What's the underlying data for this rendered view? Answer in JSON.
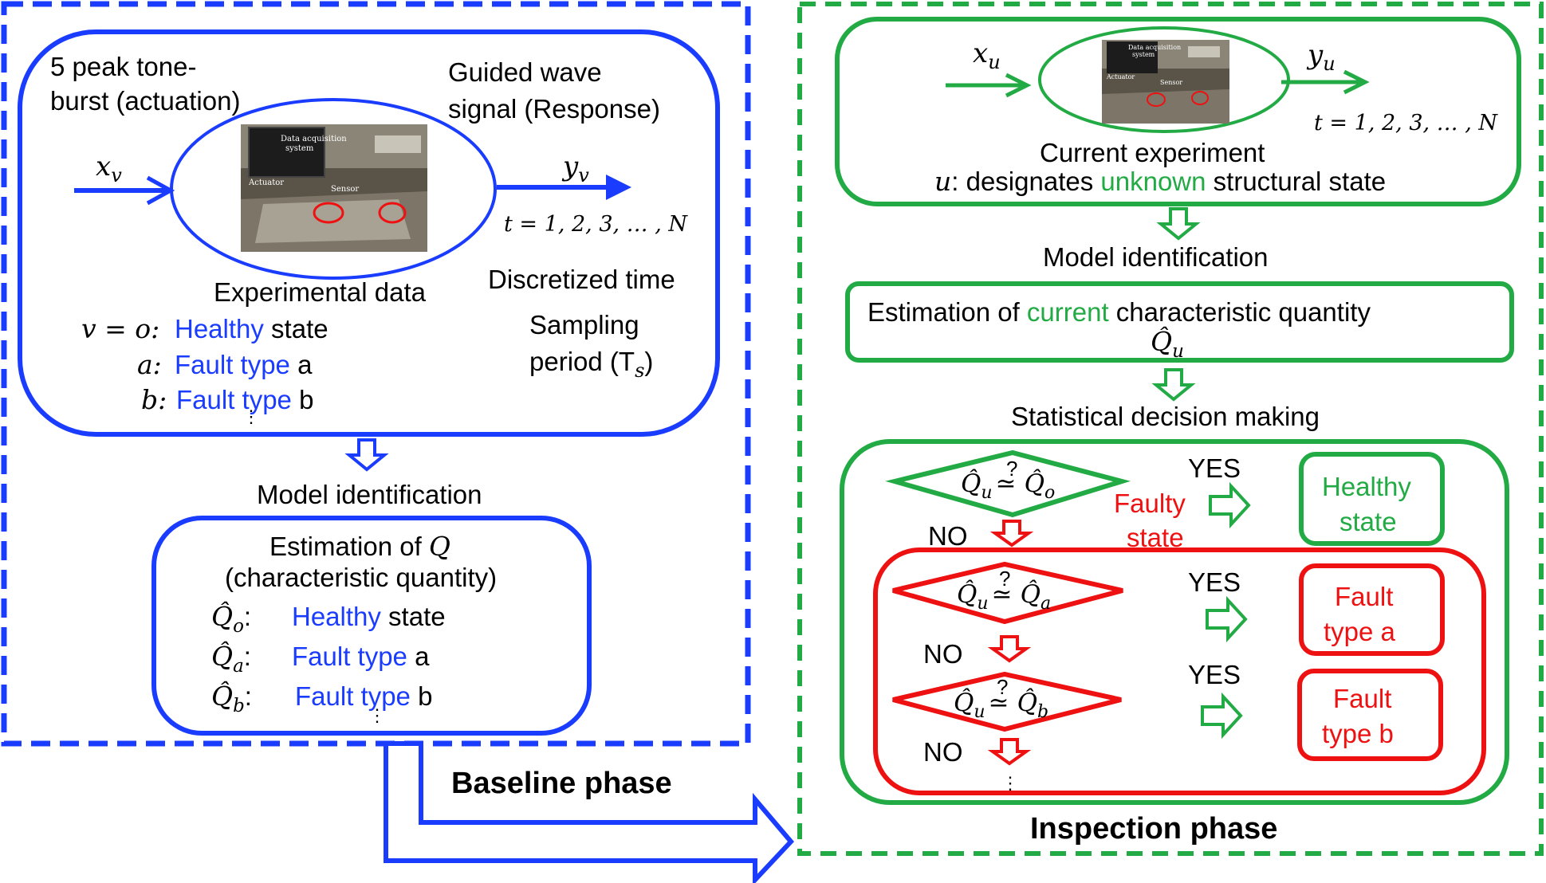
{
  "colors": {
    "blue": "#1a3cff",
    "green": "#22aa44",
    "red": "#ee1111",
    "black": "#000000"
  },
  "baseline": {
    "actuation_line1": "5 peak tone-",
    "actuation_line2": "burst (actuation)",
    "response_line1": "Guided wave",
    "response_line2": "signal  (Response)",
    "input_var": "x",
    "input_sub": "v",
    "output_var": "y",
    "output_sub": "v",
    "time_index": "t = 1, 2, 3, … , N",
    "exp_data_label": "Experimental data",
    "disc_time_label": "Discretized time",
    "sampling_line1": "Sampling",
    "sampling_line2": "period (T",
    "sampling_sub": "s",
    "sampling_close": ")",
    "states": [
      {
        "sym": "v = o:",
        "blue": "Healthy",
        "black": " state"
      },
      {
        "sym": "a:",
        "blue": "Fault type",
        "black": " a"
      },
      {
        "sym": "b:",
        "blue": "Fault type",
        "black": " b"
      }
    ],
    "model_id": "Model identification",
    "est_line1_text": "Estimation of ",
    "est_line1_var": "Q",
    "est_line2": "(characteristic quantity)",
    "estimates": [
      {
        "sym": "Q̂",
        "sub": "o",
        "blue": "Healthy",
        "black": " state"
      },
      {
        "sym": "Q̂",
        "sub": "a",
        "blue": "Fault type",
        "black": " a"
      },
      {
        "sym": "Q̂",
        "sub": "b",
        "blue": "Fault type",
        "black": " b"
      }
    ],
    "phase_label": "Baseline phase"
  },
  "photo": {
    "daq_line1": "Data acquisition",
    "daq_line2": "system",
    "actuator": "Actuator",
    "sensor": "Sensor"
  },
  "inspection": {
    "input_var": "x",
    "input_sub": "u",
    "output_var": "y",
    "output_sub": "u",
    "time_index": "t = 1, 2, 3, … , N",
    "current_exp": "Current experiment",
    "designates_pre": "u",
    "designates_mid": ": designates ",
    "designates_green": "unknown",
    "designates_post": " structural state",
    "model_id": "Model identification",
    "est_pre": "Estimation of ",
    "est_green": "current",
    "est_post": " characteristic quantity",
    "est_var": "Q̂",
    "est_sub": "u",
    "decision_label": "Statistical decision making",
    "diamond1": {
      "lhs": "Q̂",
      "lhs_sub": "u",
      "op": "≃",
      "q": "?",
      "rhs": "Q̂",
      "rhs_sub": "o"
    },
    "diamond2": {
      "lhs": "Q̂",
      "lhs_sub": "u",
      "op": "≃",
      "q": "?",
      "rhs": "Q̂",
      "rhs_sub": "a"
    },
    "diamond3": {
      "lhs": "Q̂",
      "lhs_sub": "u",
      "op": "≃",
      "q": "?",
      "rhs": "Q̂",
      "rhs_sub": "b"
    },
    "yes": "YES",
    "no": "NO",
    "faulty_line1": "Faulty",
    "faulty_line2": "state",
    "out_healthy_line1": "Healthy",
    "out_healthy_line2": "state",
    "out_a_line1": "Fault",
    "out_a_line2": "type a",
    "out_b_line1": "Fault",
    "out_b_line2": "type b",
    "phase_label": "Inspection phase"
  }
}
